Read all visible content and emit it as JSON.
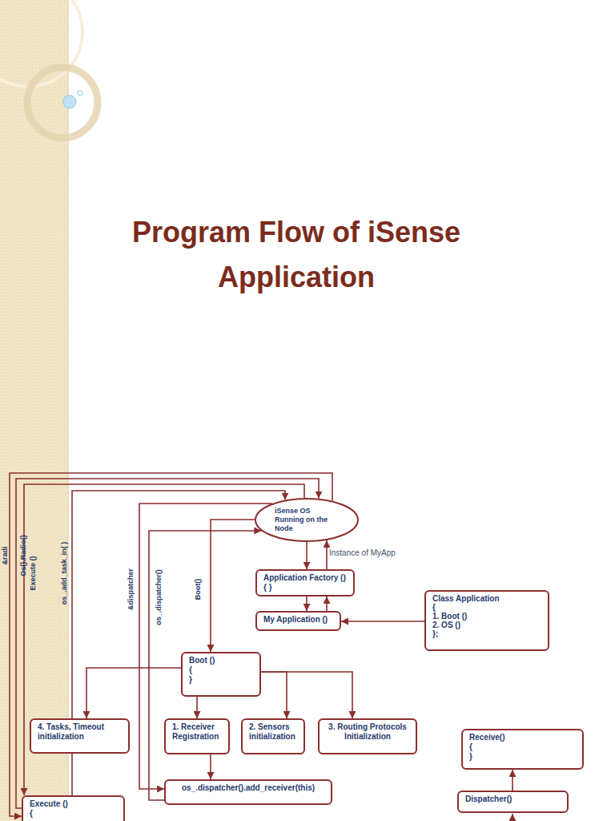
{
  "diagram": {
    "title": "Program Flow of iSense Application",
    "nodes": [
      {
        "text": [
          "iSense OS Running on the Node"
        ]
      },
      {
        "text": [
          "Application Factory () { }"
        ]
      },
      {
        "text": [
          "My Application ()"
        ]
      },
      {
        "text": [
          "Class Application",
          "{",
          "1. Boot ()",
          "2. OS ()",
          "};"
        ]
      },
      {
        "text": [
          "Boot ()",
          "{",
          "}"
        ]
      },
      {
        "text": [
          "4. Tasks, Timeout initialization"
        ]
      },
      {
        "text": [
          "1. Receiver Registration"
        ]
      },
      {
        "text": [
          "2. Sensors initialization"
        ]
      },
      {
        "text": [
          "3. Routing Protocols Initialization"
        ]
      },
      {
        "text": [
          "Receive()",
          "{",
          "}"
        ]
      },
      {
        "text": [
          "os_.dispatcher().add_receiver(this)"
        ]
      },
      {
        "text": [
          "Dispatcher()"
        ]
      },
      {
        "text": [
          "Execute ()",
          "{"
        ]
      }
    ],
    "edges": [
      {
        "from": 0,
        "to": 1,
        "arrow": "to"
      },
      {
        "from": 1,
        "to": 0,
        "label": "Instance of MyApp",
        "arrow": "to"
      },
      {
        "from": 1,
        "to": 2,
        "arrow": "to"
      },
      {
        "from": 2,
        "to": 1,
        "arrow": "to"
      },
      {
        "from": 3,
        "to": 2,
        "arrow": "to"
      },
      {
        "from": 0,
        "to": 4,
        "label": "Boot()",
        "arrow": "to"
      },
      {
        "from": 4,
        "to": 5,
        "arrow": "to"
      },
      {
        "from": 4,
        "to": 6,
        "arrow": "to"
      },
      {
        "from": 4,
        "to": 7,
        "arrow": "to"
      },
      {
        "from": 4,
        "to": 8,
        "arrow": "to"
      },
      {
        "from": 6,
        "to": 10,
        "arrow": "to"
      },
      {
        "from": 10,
        "to": 0,
        "label": "os_.dispatcher()",
        "arrow": "to"
      },
      {
        "from": 0,
        "to": 10,
        "label": "&dispatcher",
        "arrow": "to"
      },
      {
        "from": 11,
        "to": 9,
        "arrow": "to"
      },
      {
        "from": 0,
        "to": 12,
        "label": "Execute ()",
        "arrow": "to"
      },
      {
        "from": 12,
        "to": 0,
        "label": "os_.add_task_in( )",
        "arrow": "to"
      },
      {
        "from": 12,
        "to": 0,
        "label": "Os().Radio()",
        "arrow": "to"
      },
      {
        "from": 0,
        "to": 12,
        "label": "&radi",
        "arrow": "to"
      }
    ]
  }
}
